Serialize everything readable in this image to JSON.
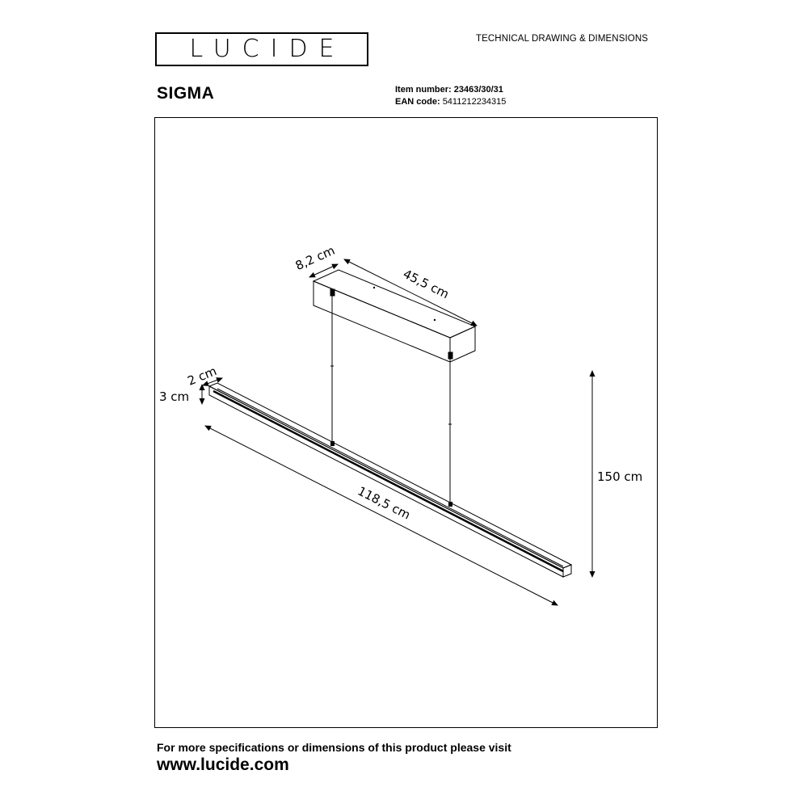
{
  "brand": {
    "logo_text": "LUCIDE"
  },
  "header": {
    "document_type": "TECHNICAL DRAWING & DIMENSIONS"
  },
  "product": {
    "name": "SIGMA",
    "item_number_label": "Item number:",
    "item_number": "23463/30/31",
    "ean_label": "EAN code:",
    "ean": "5411212234315"
  },
  "dimensions": {
    "canopy_width": "8,2 cm",
    "canopy_length": "45,5 cm",
    "bar_width": "2 cm",
    "bar_height": "3 cm",
    "bar_length": "118,5 cm",
    "total_height": "150 cm"
  },
  "footer": {
    "note": "For more specifications or dimensions of this product please visit",
    "url": "www.lucide.com"
  }
}
